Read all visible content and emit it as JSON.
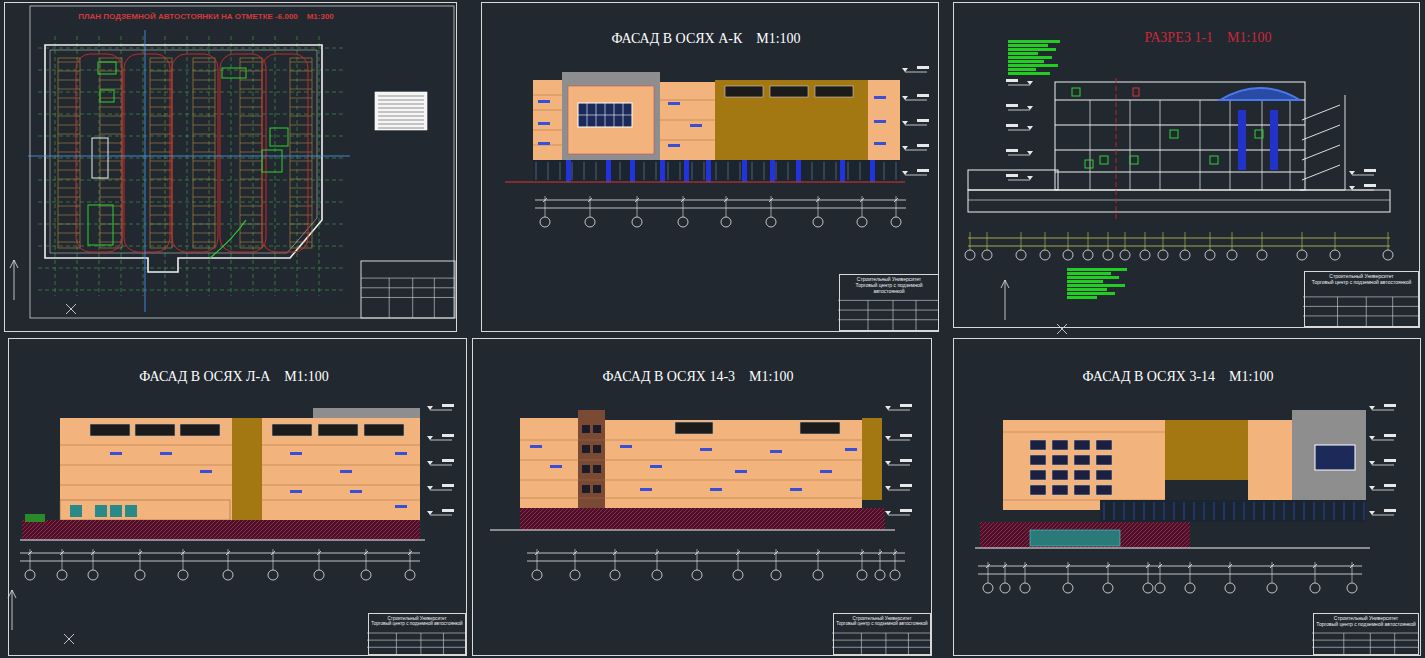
{
  "diagram": {
    "nodes": [
      {
        "text": [
          "ПЛАН ПОДЗЕМНОЙ АВТОСТОЯНКИ НА ОТМЕТКЕ -6.000    М1:300"
        ]
      },
      {
        "text": [
          "ФАСАД В ОСЯХ А-К    М1:100"
        ]
      },
      {
        "text": [
          "Строительный Университет",
          "Торговый центр с подземной автостоянкой"
        ],
        "in": 1
      },
      {
        "text": [
          "РАЗРЕЗ 1-1    М1:100"
        ]
      },
      {
        "text": [
          "Строительный Университет",
          "Торговый центр с подземной автостоянкой"
        ],
        "in": 3
      },
      {
        "text": [
          "ФАСАД В ОСЯХ Л-А    М1:100"
        ]
      },
      {
        "text": [
          "Строительный Университет",
          "Торговый центр с подземной автостоянкой"
        ],
        "in": 5
      },
      {
        "text": [
          "ФАСАД В ОСЯХ 14-3    М1:100"
        ]
      },
      {
        "text": [
          "Строительный Университет",
          "Торговый центр с подземной автостоянкой"
        ],
        "in": 7
      },
      {
        "text": [
          "ФАСАД В ОСЯХ 3-14    М1:100"
        ]
      },
      {
        "text": [
          "Строительный Университет",
          "Торговый центр с подземной автостоянкой"
        ],
        "in": 9
      }
    ]
  }
}
